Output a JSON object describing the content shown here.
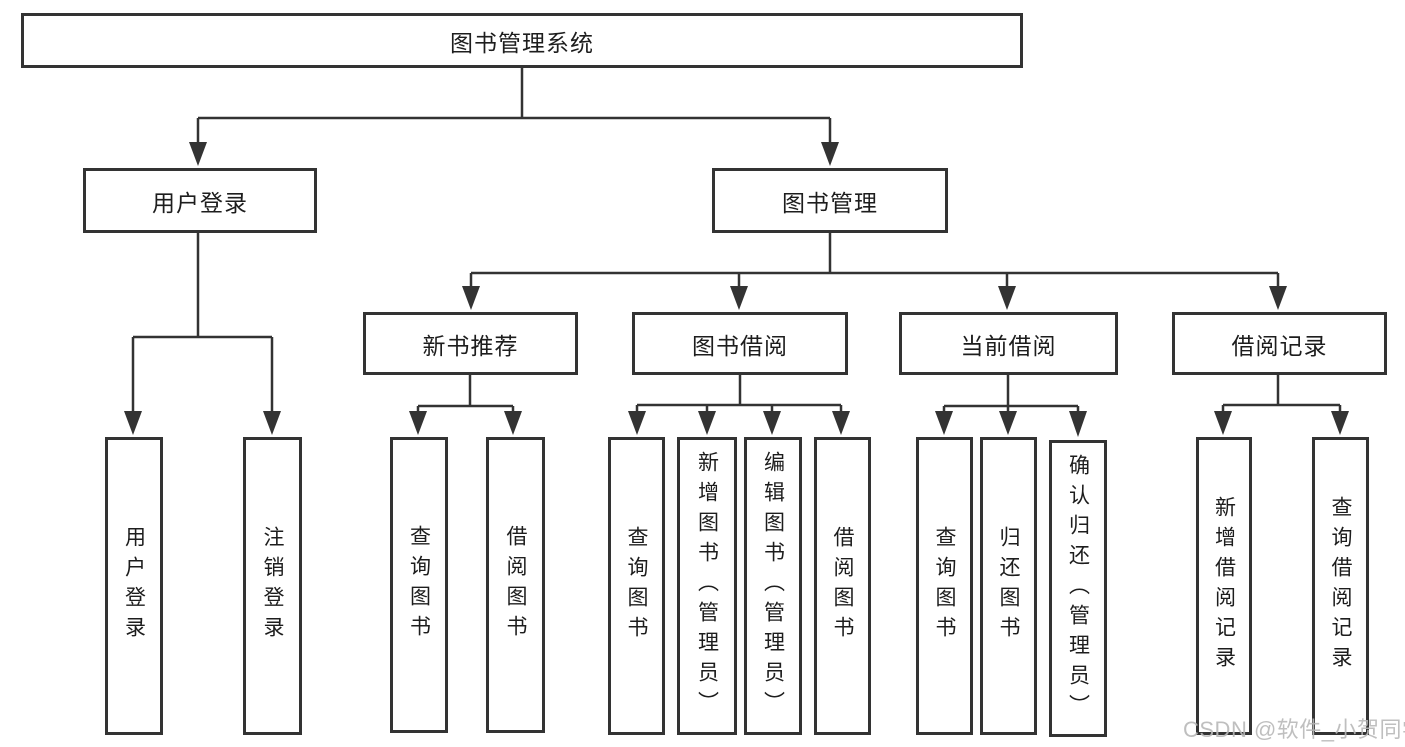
{
  "tree": {
    "root": {
      "label": "图书管理系统"
    },
    "branches": [
      {
        "label": "用户登录",
        "leaves": [
          {
            "label": "用户登录"
          },
          {
            "label": "注销登录"
          }
        ]
      },
      {
        "label": "图书管理",
        "children": [
          {
            "label": "新书推荐",
            "leaves": [
              {
                "label": "查询图书"
              },
              {
                "label": "借阅图书"
              }
            ]
          },
          {
            "label": "图书借阅",
            "leaves": [
              {
                "label": "查询图书"
              },
              {
                "label": "新增图书（管理员）"
              },
              {
                "label": "编辑图书（管理员）"
              },
              {
                "label": "借阅图书"
              }
            ]
          },
          {
            "label": "当前借阅",
            "leaves": [
              {
                "label": "查询图书"
              },
              {
                "label": "归还图书"
              },
              {
                "label": "确认归还（管理员）"
              }
            ]
          },
          {
            "label": "借阅记录",
            "leaves": [
              {
                "label": "新增借阅记录"
              },
              {
                "label": "查询借阅记录"
              }
            ]
          }
        ]
      }
    ]
  },
  "watermark": {
    "text": "CSDN @软件_小贺同学"
  },
  "colors": {
    "line": "#333333",
    "box_border": "#333333",
    "box_fill": "#ffffff",
    "text": "#1d1d1d",
    "watermark": "#b9b9b9",
    "background": "#ffffff"
  }
}
